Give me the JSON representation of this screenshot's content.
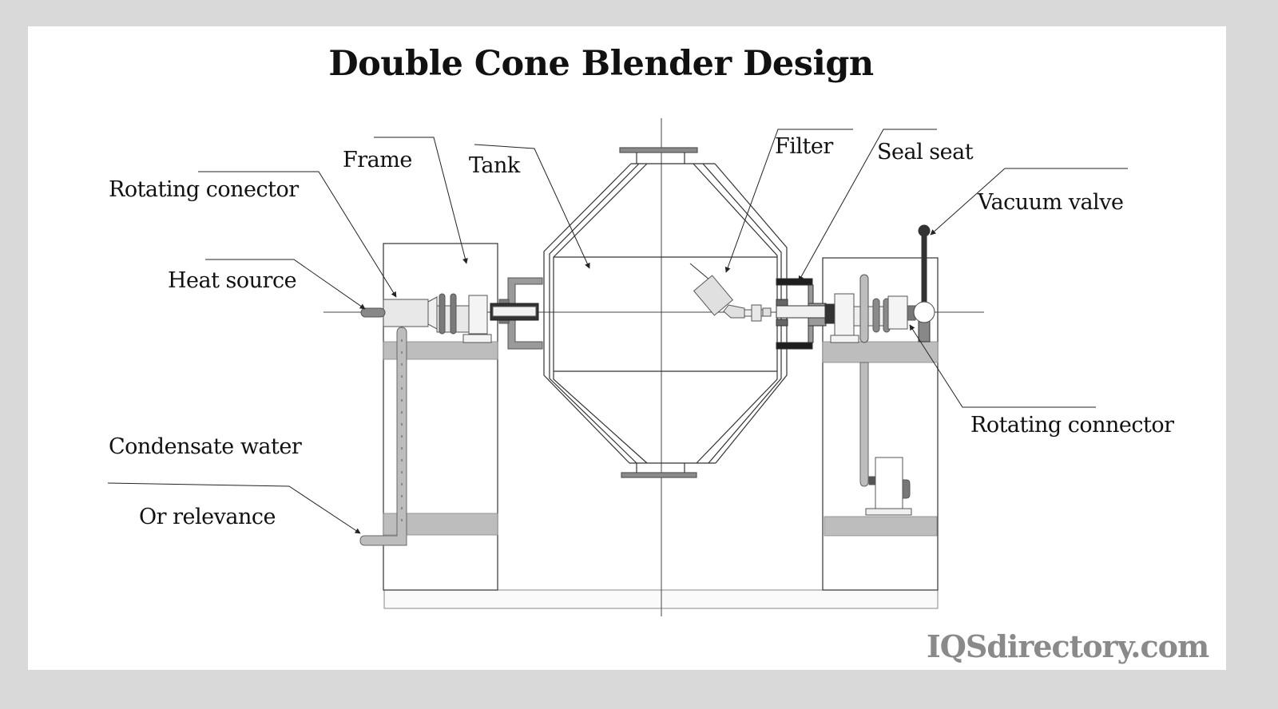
{
  "title": "Double Cone Blender Design",
  "labels": {
    "frame": "Frame",
    "tank": "Tank",
    "rotating_conector_left": "Rotating conector",
    "heat_source": "Heat source",
    "condensate_water": "Condensate water",
    "or_relevance": "Or relevance",
    "filter": "Filter",
    "seal_seat": "Seal seat",
    "vacuum_valve": "Vacuum valve",
    "rotating_connector_right": "Rotating connector"
  },
  "brand": "IQSdirectory.com",
  "colors": {
    "border": "#d9d9d9",
    "background": "#ffffff",
    "text": "#111111",
    "light_gray": "#e8e8e8",
    "mid_gray": "#bdbdbd",
    "dark_gray": "#7a7a7a",
    "black": "#222222",
    "brand": "#8a8a8a"
  }
}
